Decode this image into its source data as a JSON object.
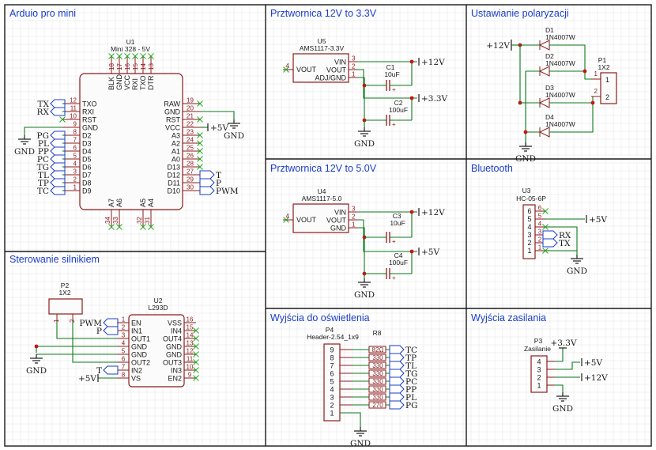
{
  "sections": {
    "arduino": "Arduio pro mini",
    "motor": "Sterowanie silnikiem",
    "reg33": "Prztwornica 12V to 3.3V",
    "reg50": "Prztwornica 12V to 5.0V",
    "output_light": "Wyjścia do oświetlenia",
    "polar": "Ustawianie polaryzacji",
    "bt": "Bluetooth",
    "output_power": "Wyjścia zasilania"
  },
  "u1": {
    "ref": "U1",
    "value": "Mini 328 - 5V",
    "left_pins": [
      {
        "num": "12",
        "name": "TXO"
      },
      {
        "num": "11",
        "name": "RXI"
      },
      {
        "num": "10",
        "name": "RST"
      },
      {
        "num": "9",
        "name": "GND"
      },
      {
        "num": "8",
        "name": "D2"
      },
      {
        "num": "7",
        "name": "D3"
      },
      {
        "num": "6",
        "name": "D4"
      },
      {
        "num": "5",
        "name": "D5"
      },
      {
        "num": "4",
        "name": "D6"
      },
      {
        "num": "3",
        "name": "D7"
      },
      {
        "num": "2",
        "name": "D8"
      },
      {
        "num": "1",
        "name": "D9"
      }
    ],
    "right_pins": [
      {
        "num": "19",
        "name": "RAW"
      },
      {
        "num": "20",
        "name": "GND"
      },
      {
        "num": "21",
        "name": "RST"
      },
      {
        "num": "22",
        "name": "VCC"
      },
      {
        "num": "23",
        "name": "A3"
      },
      {
        "num": "24",
        "name": "A2"
      },
      {
        "num": "25",
        "name": "A1"
      },
      {
        "num": "26",
        "name": "A0"
      },
      {
        "num": "28",
        "name": "D13"
      },
      {
        "num": "27",
        "name": "D12"
      },
      {
        "num": "29",
        "name": "D11"
      },
      {
        "num": "30",
        "name": "D10"
      }
    ],
    "top_pins": [
      {
        "num": "18",
        "name": "BLK"
      },
      {
        "num": "17",
        "name": "GND"
      },
      {
        "num": "16",
        "name": "VCC"
      },
      {
        "num": "15",
        "name": "RXI"
      },
      {
        "num": "14",
        "name": "TXO"
      },
      {
        "num": "13",
        "name": "DTR"
      }
    ],
    "bottom_pins": [
      {
        "num": "34",
        "name": "A7"
      },
      {
        "num": "33",
        "name": "A6"
      },
      {
        "num": "32",
        "name": "A5"
      },
      {
        "num": "31",
        "name": "A4"
      }
    ],
    "left_flags": [
      "TX",
      "RX",
      "",
      "",
      "PG",
      "PL",
      "PP",
      "PC",
      "TG",
      "TL",
      "TP",
      "TC"
    ],
    "right_flags": [
      "T",
      "P",
      "PWM"
    ]
  },
  "u2": {
    "ref": "U2",
    "value": "L293D",
    "left_pins": [
      {
        "num": "1",
        "name": "EN"
      },
      {
        "num": "2",
        "name": "IN1"
      },
      {
        "num": "3",
        "name": "OUT1"
      },
      {
        "num": "4",
        "name": "GND"
      },
      {
        "num": "5",
        "name": "GND"
      },
      {
        "num": "6",
        "name": "OUT2"
      },
      {
        "num": "7",
        "name": "IN2"
      },
      {
        "num": "8",
        "name": "VS"
      }
    ],
    "right_pins": [
      {
        "num": "16",
        "name": "VSS"
      },
      {
        "num": "15",
        "name": "IN4"
      },
      {
        "num": "14",
        "name": "OUT4"
      },
      {
        "num": "13",
        "name": "GND"
      },
      {
        "num": "12",
        "name": "GND"
      },
      {
        "num": "11",
        "name": "OUT3"
      },
      {
        "num": "10",
        "name": "IN3"
      },
      {
        "num": "9",
        "name": "EN2"
      }
    ],
    "flags": [
      "PWM",
      "P",
      "T"
    ],
    "supply": "+5V"
  },
  "p2": {
    "ref": "P2",
    "value": "1X2",
    "pins": [
      "1",
      "2"
    ]
  },
  "u5": {
    "ref": "U5",
    "value": "AMS1117-3.3V",
    "pins": [
      {
        "num": "4",
        "name": "VOUT"
      },
      {
        "num": "3",
        "name": "VIN"
      },
      {
        "num": "2",
        "name": "VOUT"
      },
      {
        "num": "1",
        "name": "ADJ/GND"
      }
    ]
  },
  "c1": {
    "ref": "C1",
    "value": "10uF"
  },
  "c2": {
    "ref": "C2",
    "value": "100uF"
  },
  "u4": {
    "ref": "U4",
    "value": "AMS1117-5.0",
    "pins": [
      {
        "num": "4",
        "name": "VOUT"
      },
      {
        "num": "3",
        "name": "VIN"
      },
      {
        "num": "2",
        "name": "VOUT"
      },
      {
        "num": "1",
        "name": "GND"
      }
    ]
  },
  "c3": {
    "ref": "C3",
    "value": "10uF"
  },
  "c4": {
    "ref": "C4",
    "value": "100uF"
  },
  "p4": {
    "ref": "P4",
    "value": "Header-2.54_1x9",
    "pins": [
      "9",
      "8",
      "7",
      "6",
      "5",
      "4",
      "3",
      "2",
      "1"
    ]
  },
  "r8": {
    "ref": "R8",
    "values": [
      "82Ω",
      "330",
      "330",
      "330",
      "330",
      "330",
      "330",
      "270"
    ]
  },
  "light_flags": [
    "TC",
    "TP",
    "TL",
    "TG",
    "PC",
    "PP",
    "PL",
    "PG"
  ],
  "polar": {
    "diodes": [
      {
        "ref": "D1",
        "value": "1N4007W"
      },
      {
        "ref": "D2",
        "value": "1N4007W"
      },
      {
        "ref": "D3",
        "value": "1N4007W"
      },
      {
        "ref": "D4",
        "value": "1N4007W"
      }
    ],
    "p1": {
      "ref": "P1",
      "value": "1X2",
      "pins": [
        "1",
        "2"
      ]
    },
    "supply": "+12V"
  },
  "u3": {
    "ref": "U3",
    "value": "HC-05-6P",
    "pins": [
      "6",
      "5",
      "4",
      "3",
      "2",
      "1"
    ],
    "flags": [
      "RX",
      "TX"
    ]
  },
  "p3": {
    "ref": "P3",
    "value": "Zasilanie",
    "pins": [
      "4",
      "3",
      "2",
      "1"
    ]
  },
  "nets": {
    "gnd": "GND",
    "v5": "+5V",
    "v12": "+12V",
    "v33": "+3.3V"
  }
}
